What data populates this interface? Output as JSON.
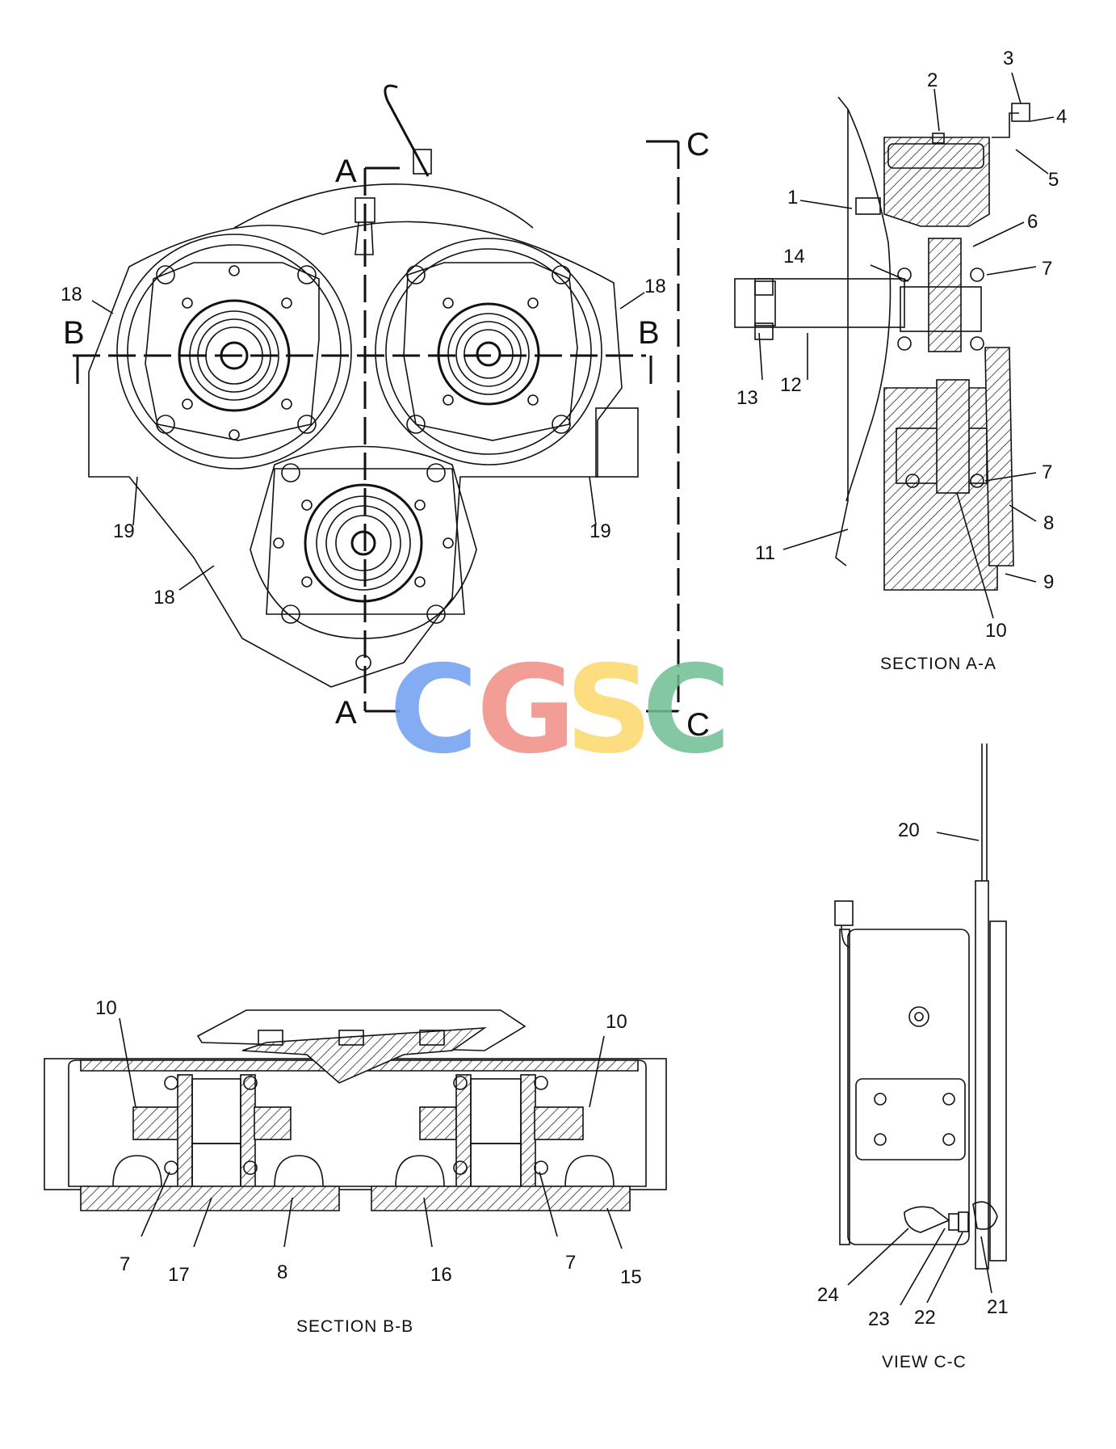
{
  "callouts": {
    "c1": "1",
    "c2": "2",
    "c3": "3",
    "c4": "4",
    "c5": "5",
    "c6": "6",
    "c7": "7",
    "c8": "8",
    "c9": "9",
    "c10": "10",
    "c11": "11",
    "c12": "12",
    "c13": "13",
    "c14": "14",
    "c15": "15",
    "c16": "16",
    "c17": "17",
    "c18": "18",
    "c19": "19",
    "c20": "20",
    "c21": "21",
    "c22": "22",
    "c23": "23",
    "c24": "24"
  },
  "section_markers": {
    "a": "A",
    "b": "B",
    "c": "C"
  },
  "captions": {
    "section_aa": "SECTION A-A",
    "section_bb": "SECTION B-B",
    "view_cc": "VIEW C-C"
  },
  "watermark": {
    "letters": [
      "C",
      "G",
      "S",
      "C"
    ],
    "colors": [
      "#6f9ef0",
      "#f08c84",
      "#fcd86a",
      "#6fbf94"
    ]
  }
}
